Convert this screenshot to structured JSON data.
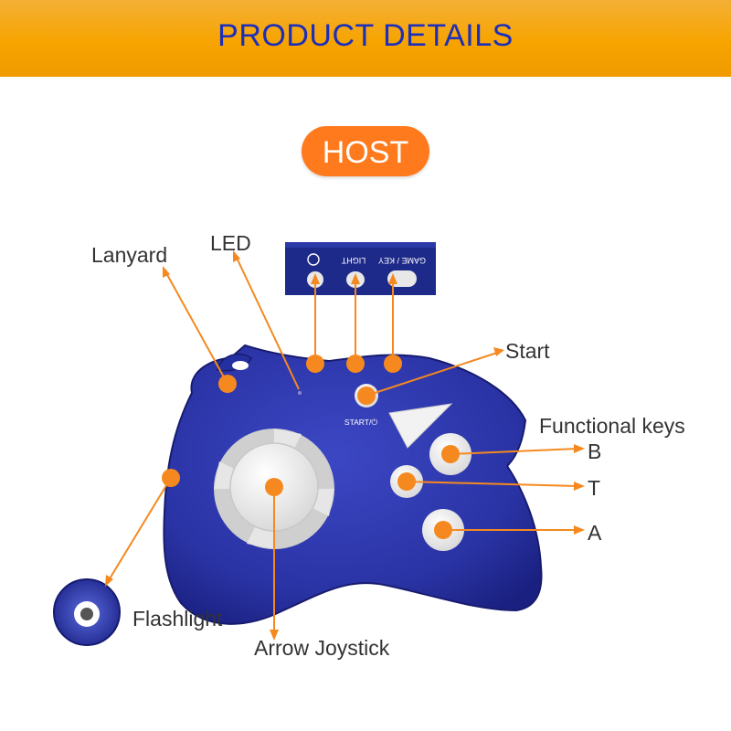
{
  "header": {
    "title": "PRODUCT DETAILS"
  },
  "badge": {
    "label": "HOST"
  },
  "device": {
    "button_labels": {
      "power": "⏻",
      "light": "LIGHT",
      "game_key": "GAME / KEY",
      "start": "START/⏻"
    }
  },
  "callouts": {
    "lanyard": "Lanyard",
    "led": "LED",
    "start": "Start",
    "functional_keys": "Functional keys",
    "b": "B",
    "t": "T",
    "a": "A",
    "flashlight": "Flashlight",
    "arrow_joystick": "Arrow Joystick"
  },
  "colors": {
    "banner": "#f7a400",
    "banner_text": "#1d2fb8",
    "badge": "#ff7a1c",
    "device_body": "#2a33a4",
    "callout": "#f5891f"
  }
}
